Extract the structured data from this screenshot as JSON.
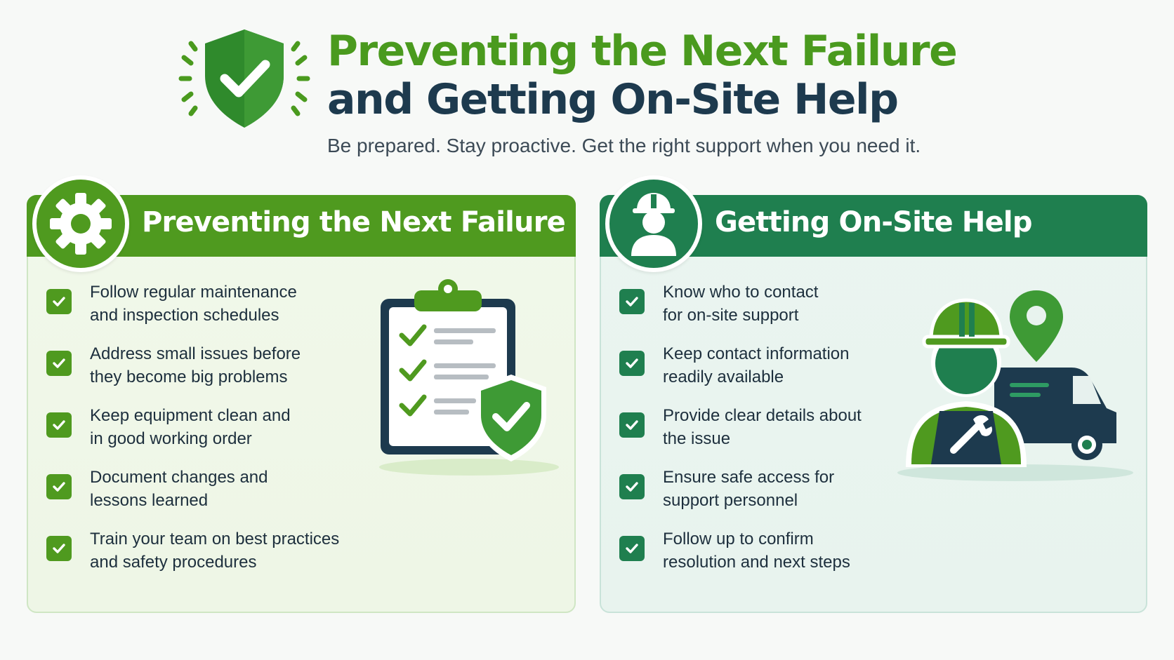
{
  "header": {
    "title_line1": "Preventing the Next Failure",
    "title_line2": "and Getting On-Site Help",
    "subtitle": "Be prepared. Stay proactive. Get the right support when you need it."
  },
  "left_panel": {
    "title": "Preventing the Next Failure",
    "icon": "gear-icon",
    "items": [
      "Follow regular maintenance\nand inspection schedules",
      "Address small issues before\nthey become big problems",
      "Keep equipment clean and\nin good working order",
      "Document changes and\nlessons learned",
      "Train your team on best practices\nand safety procedures"
    ]
  },
  "right_panel": {
    "title": "Getting On-Site Help",
    "icon": "technician-icon",
    "items": [
      "Know who to contact\nfor on-site support",
      "Keep contact information\nreadily available",
      "Provide clear details about\nthe issue",
      "Ensure safe access for\nsupport personnel",
      "Follow up to confirm\nresolution and next steps"
    ]
  },
  "colors": {
    "primary_green": "#4f9a1f",
    "teal_green": "#1f7f4f",
    "navy": "#1d3a4e"
  }
}
